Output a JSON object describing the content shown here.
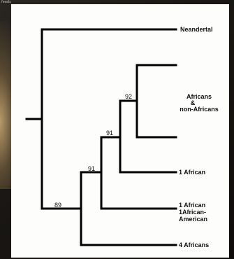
{
  "corner_note": "feeds",
  "tree": {
    "leaves": {
      "neandertal": "Neandertal",
      "africans_non_africans": [
        "Africans",
        "&",
        "non-Africans"
      ],
      "one_african": "1 African",
      "one_african_one_african_american": [
        "1 African",
        "1African-",
        "American"
      ],
      "four_africans": "4 Africans"
    },
    "bootstrap": {
      "node_89": "89",
      "node_91_lower": "91",
      "node_91_upper": "91",
      "node_92": "92"
    }
  },
  "colors": {
    "line": "#000000",
    "paper": "#fdfdfb"
  }
}
